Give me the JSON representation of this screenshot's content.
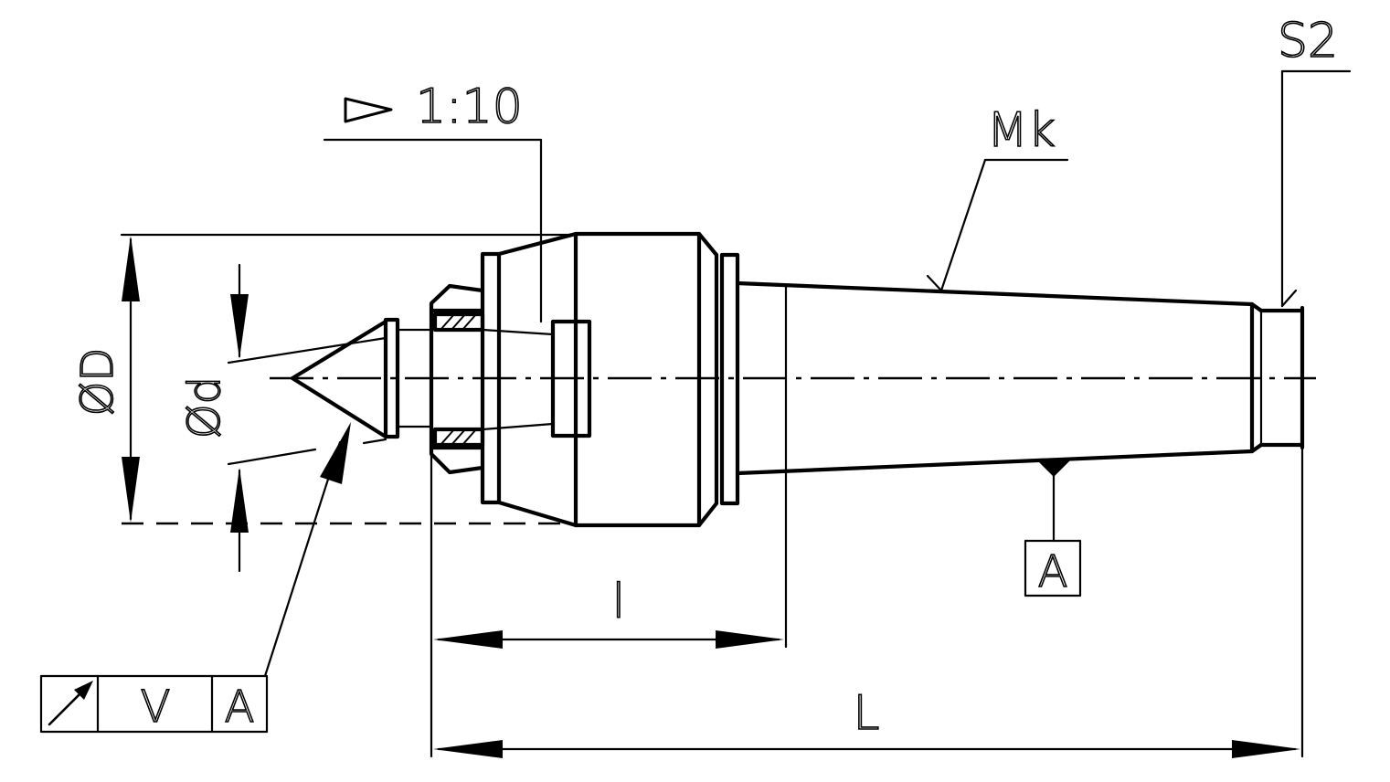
{
  "labels": {
    "taper_ratio": "1:10",
    "morse_taper": "Mk",
    "size_s2": "S2",
    "dia_D": "ØD",
    "dia_d": "Ød",
    "length_l": "l",
    "length_L": "L",
    "datum": "A"
  },
  "tolerance_frame": {
    "symbol": "circular-runout",
    "value": "V",
    "datum": "A"
  }
}
